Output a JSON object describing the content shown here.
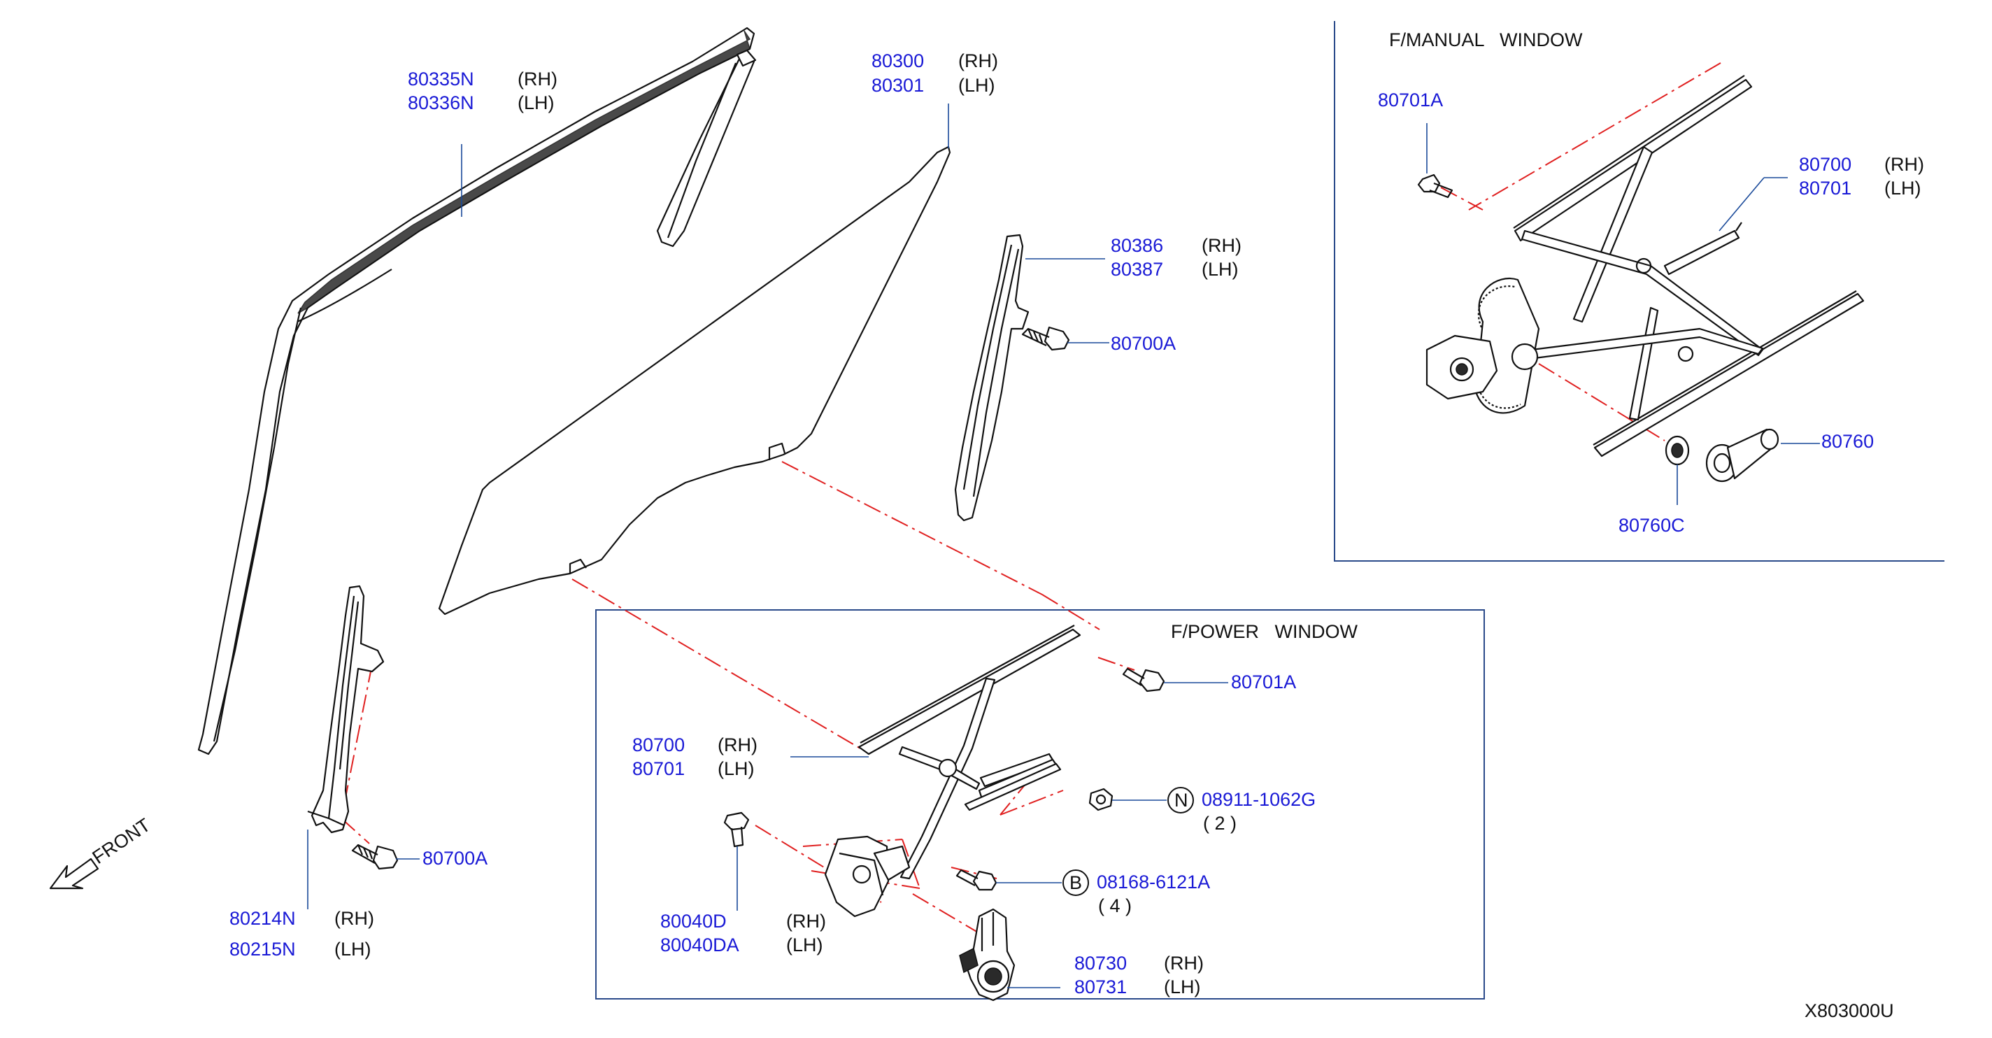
{
  "diagram_id": "X803000U",
  "front_label": "FRONT",
  "manual_window": {
    "title": "F/MANUAL   WINDOW",
    "parts": [
      {
        "pn": "80701A"
      },
      {
        "pn": "80700",
        "side": "(RH)"
      },
      {
        "pn": "80701",
        "side": "(LH)"
      },
      {
        "pn": "80760"
      },
      {
        "pn": "80760C"
      }
    ]
  },
  "power_window": {
    "title": "F/POWER   WINDOW",
    "parts": [
      {
        "pn": "80701A"
      },
      {
        "pn": "80700",
        "side": "(RH)"
      },
      {
        "pn": "80701",
        "side": "(LH)"
      },
      {
        "pn": "08911-1062G",
        "badge": "N",
        "qty": "( 2 )"
      },
      {
        "pn": "08168-6121A",
        "badge": "B",
        "qty": "( 4 )"
      },
      {
        "pn": "80040D",
        "side": "(RH)"
      },
      {
        "pn": "80040DA",
        "side": "(LH)"
      },
      {
        "pn": "80730",
        "side": "(RH)"
      },
      {
        "pn": "80731",
        "side": "(LH)"
      }
    ]
  },
  "main_parts": [
    {
      "pn": "80335N",
      "side": "(RH)"
    },
    {
      "pn": "80336N",
      "side": "(LH)"
    },
    {
      "pn": "80300",
      "side": "(RH)"
    },
    {
      "pn": "80301",
      "side": "(LH)"
    },
    {
      "pn": "80386",
      "side": "(RH)"
    },
    {
      "pn": "80387",
      "side": "(LH)"
    },
    {
      "pn": "80700A"
    },
    {
      "pn": "80700A"
    },
    {
      "pn": "80214N",
      "side": "(RH)"
    },
    {
      "pn": "80215N",
      "side": "(LH)"
    }
  ]
}
